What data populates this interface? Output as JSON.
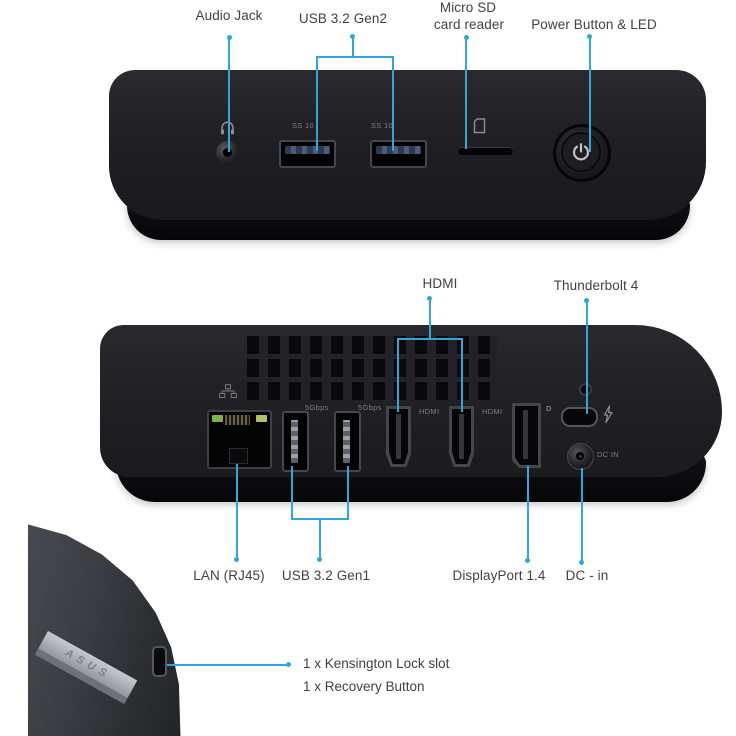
{
  "labels": {
    "audio_jack": "Audio Jack",
    "usb_gen2": "USB 3.2 Gen2",
    "micro_sd_1": "Micro SD",
    "micro_sd_2": "card reader",
    "power": "Power Button & LED",
    "hdmi": "HDMI",
    "thunderbolt": "Thunderbolt 4",
    "lan": "LAN (RJ45)",
    "usb_gen1": "USB 3.2 Gen1",
    "displayport": "DisplayPort 1.4",
    "dc_in": "DC - in",
    "kensington": "1 x Kensington Lock slot",
    "recovery": "1 x Recovery Button"
  },
  "markings": {
    "front_usb": "SS 10",
    "rear_usb": "5Gbps",
    "hdmi_port": "HDMI",
    "dp_logo": "D",
    "dc_label": "DC IN",
    "brand": "ASUS"
  },
  "colors": {
    "leader": "#2FA7DB",
    "text": "#414141",
    "chassis_front": "#202024",
    "chassis_wedge": "#3a3d42",
    "usb_tongue_front": "#4d5d78",
    "usb_tongue_rear": "#9aa0a7",
    "lan_led_left": "#86b03f",
    "lan_led_right": "#b4bf68",
    "logo_strip": "#b0b4b9"
  }
}
